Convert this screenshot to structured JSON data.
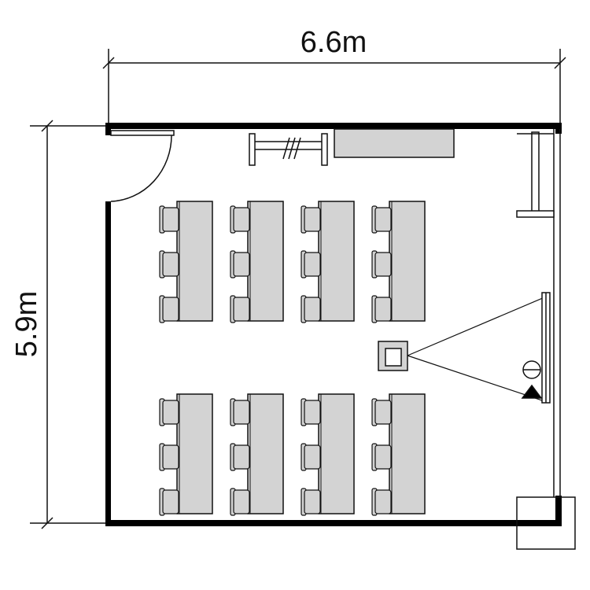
{
  "dimensions": {
    "width_label": "6.6m",
    "depth_label": "5.9m"
  },
  "layout": {
    "desk_groups": 2,
    "desks_per_group": 4,
    "chairs_per_desk": 3
  },
  "icons": {
    "door": "door-swing-icon",
    "coat_rack": "coat-rack-icon",
    "cabinet": "cabinet-icon",
    "projector": "projector-icon",
    "screen": "projection-screen-icon",
    "speaker": "speaker-icon"
  },
  "colors": {
    "wall": "#000000",
    "furniture_fill": "#d3d3d3",
    "line": "#111111",
    "background": "#ffffff"
  }
}
